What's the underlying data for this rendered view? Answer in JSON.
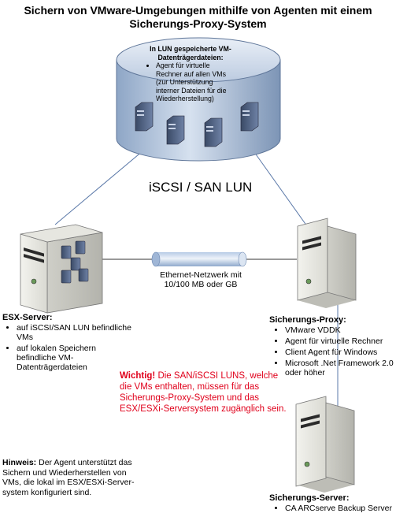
{
  "title": "Sichern von VMware-Umgebungen mithilfe von Agenten mit einem Sicherungs-Proxy-System",
  "lun": {
    "heading": "In LUN gespeicherte VM-Datenträgerdateien:",
    "items": [
      "Agent für virtuelle Rechner auf allen VMs (zur Unterstützung interner Dateien für die Wiederherstellung)"
    ]
  },
  "iscsi_label": "iSCSI / SAN LUN",
  "ethernet_label": "Ethernet-Netzwerk mit 10/100 MB oder GB",
  "esx": {
    "heading": "ESX-Server:",
    "items": [
      "auf iSCSI/SAN LUN befindliche VMs",
      "auf lokalen Speichern befindliche VM-Datenträgerdateien"
    ]
  },
  "proxy": {
    "heading": "Sicherungs-Proxy:",
    "items": [
      "VMware VDDK",
      "Agent für virtuelle Rechner",
      "Client Agent für Windows",
      "Microsoft .Net Framework 2.0 oder höher"
    ]
  },
  "warning": {
    "lead": "Wichtig!",
    "text": " Die SAN/iSCSI LUNS, welche die VMs enthalten, müssen für das Sicherungs-Proxy-System und das ESX/ESXi-Serversystem zugänglich sein."
  },
  "hint": {
    "lead": "Hinweis:",
    "text": " Der Agent unterstützt das Sichern und Wiederherstellen von VMs, die lokal im ESX/ESXi-Server-system konfiguriert sind."
  },
  "backup": {
    "heading": "Sicherungs-Server:",
    "items": [
      "CA ARCserve Backup Server"
    ]
  },
  "colors": {
    "warning": "#e0001b",
    "connector": "#5a78a8",
    "lun_fill": "#b4c6de"
  }
}
